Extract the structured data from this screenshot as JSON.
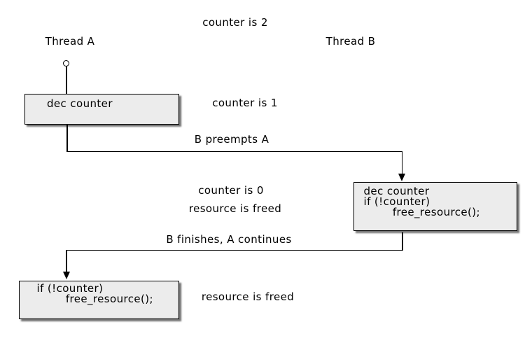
{
  "diagram": {
    "threads": [
      {
        "id": "thread-a",
        "label": "Thread A"
      },
      {
        "id": "thread-b",
        "label": "Thread B"
      }
    ],
    "state_labels": [
      {
        "id": "counter-2",
        "text": "counter is 2"
      },
      {
        "id": "counter-1",
        "text": "counter is 1"
      },
      {
        "id": "counter-0",
        "text": "counter is 0"
      },
      {
        "id": "resource-freed-mid",
        "text": "resource is freed"
      },
      {
        "id": "resource-freed-bottom",
        "text": "resource is freed"
      }
    ],
    "edges": [
      {
        "id": "preempt",
        "label": "B preempts A"
      },
      {
        "id": "resume",
        "label": "B finishes, A continues"
      }
    ],
    "nodes": [
      {
        "id": "thread-a-dec",
        "lines": [
          "dec counter"
        ]
      },
      {
        "id": "thread-b-dec-free",
        "lines": [
          "dec counter",
          "if (!counter)",
          "        free_resource();"
        ]
      },
      {
        "id": "thread-a-free",
        "lines": [
          "if (!counter)",
          "        free_resource();"
        ]
      }
    ],
    "colors": {
      "background": "#ffffff",
      "node_fill": "#ececec",
      "node_border": "#000000",
      "line": "#000000"
    }
  }
}
